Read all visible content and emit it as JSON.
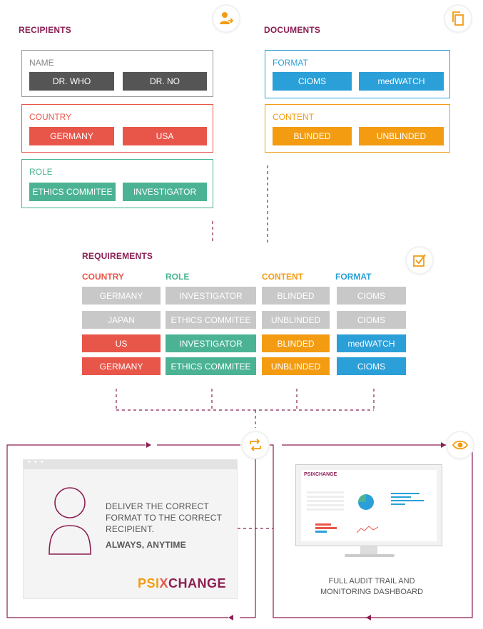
{
  "colors": {
    "title": "#8b1f52",
    "name": "#555555",
    "country": "#e8564a",
    "role": "#4bb393",
    "format": "#2b9fd8",
    "content": "#f39c12",
    "inactive": "#c8c8c8",
    "line": "#8b1f52"
  },
  "recipients": {
    "title": "RECIPIENTS",
    "icon": "user-transfer-icon",
    "name": {
      "label": "NAME",
      "chips": [
        "DR. WHO",
        "DR. NO"
      ]
    },
    "country": {
      "label": "COUNTRY",
      "chips": [
        "GERMANY",
        "USA"
      ]
    },
    "role": {
      "label": "ROLE",
      "chips": [
        "ETHICS COMMITEE",
        "INVESTIGATOR"
      ]
    }
  },
  "documents": {
    "title": "DOCUMENTS",
    "icon": "documents-icon",
    "format": {
      "label": "FORMAT",
      "chips": [
        "CIOMS",
        "medWATCH"
      ]
    },
    "content": {
      "label": "CONTENT",
      "chips": [
        "BLINDED",
        "UNBLINDED"
      ]
    }
  },
  "requirements": {
    "title": "REQUIREMENTS",
    "icon": "checkbox-icon",
    "headers": {
      "country": "COUNTRY",
      "role": "ROLE",
      "content": "CONTENT",
      "format": "FORMAT"
    },
    "rows": [
      {
        "country": "GERMANY",
        "role": "INVESTIGATOR",
        "content": "BLINDED",
        "format": "CIOMS",
        "active": false
      },
      {
        "country": "JAPAN",
        "role": "ETHICS COMMITEE",
        "content": "UNBLINDED",
        "format": "CIOMS",
        "active": false
      },
      {
        "country": "US",
        "role": "INVESTIGATOR",
        "content": "BLINDED",
        "format": "medWATCH",
        "active": true
      },
      {
        "country": "GERMANY",
        "role": "ETHICS COMMITEE",
        "content": "UNBLINDED",
        "format": "CIOMS",
        "active": true
      }
    ]
  },
  "delivery": {
    "icon": "sync-icon",
    "line1": "DELIVER THE CORRECT",
    "line2": "FORMAT TO THE CORRECT",
    "line3": "RECIPIENT.",
    "emphasis": "ALWAYS, ANYTIME",
    "logo_psi": "PSI",
    "logo_x": "X",
    "logo_change": "CHANGE"
  },
  "monitoring": {
    "icon": "eye-icon",
    "dashboard_logo": "PSIXCHANGE",
    "caption_line1": "FULL AUDIT TRAIL AND",
    "caption_line2": "MONITORING DASHBOARD"
  }
}
